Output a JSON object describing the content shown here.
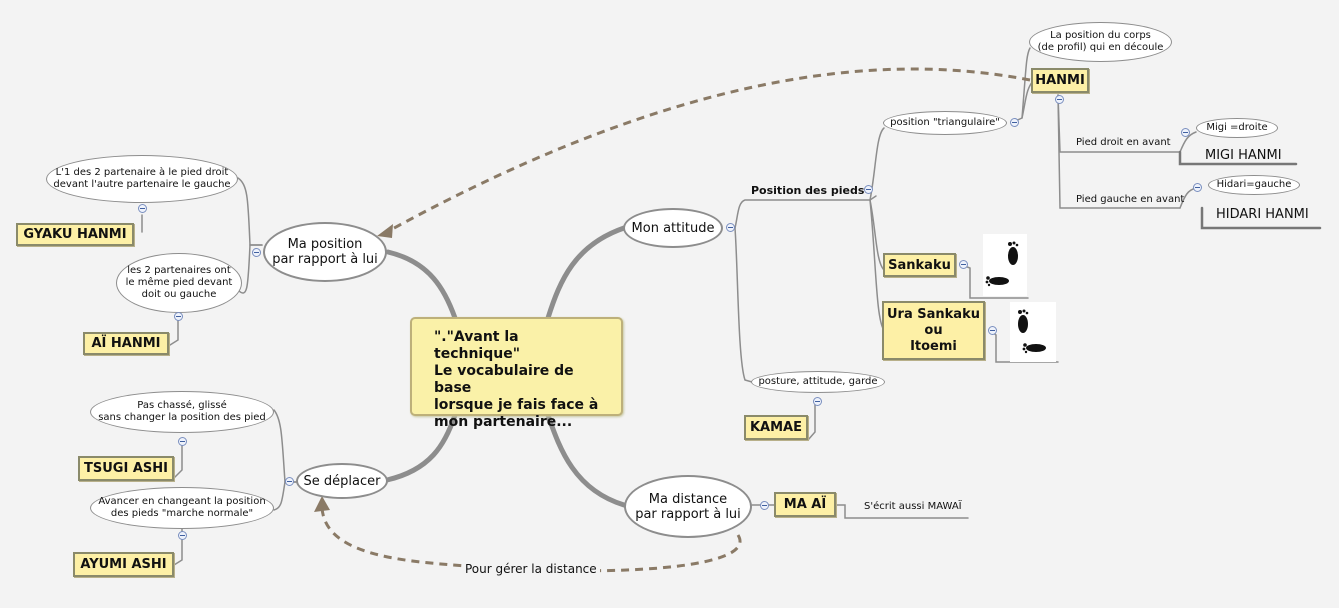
{
  "central": "\".\"Avant la technique\"\nLe vocabulaire de base\nlorsque je fais face à\nmon partenaire...",
  "branches": {
    "mon_attitude": "Mon attitude",
    "ma_position": "Ma position\npar rapport à lui",
    "se_deplacer": "Se déplacer",
    "ma_distance": "Ma distance\npar rapport à lui"
  },
  "attitude": {
    "position_pieds": "Position des pieds",
    "triangulaire": "position \"triangulaire\"",
    "sankaku": "Sankaku",
    "ura_sankaku": "Ura Sankaku\nou\nItoemi",
    "posture": "posture, attitude, garde",
    "kamae": "KAMAE",
    "hanmi": "HANMI",
    "hanmi_note": "La position du corps\n(de profil) qui en découle",
    "pied_droit": "Pied droit en avant",
    "migi_note": "Migi =droite",
    "migi_hanmi": "MIGI HANMI",
    "pied_gauche": "Pied gauche en avant",
    "hidari_note": "Hidari=gauche",
    "hidari_hanmi": "HIDARI HANMI"
  },
  "position": {
    "gyaku_note": "L'1 des 2 partenaire à le pied droit\ndevant l'autre partenaire le gauche",
    "gyaku": "GYAKU HANMI",
    "ai_note": "les 2 partenaires ont\nle même pied devant\ndoit ou gauche",
    "ai": "AÏ HANMI"
  },
  "deplacer": {
    "tsugi_note": "Pas chassé, glissé\nsans changer la position des pied",
    "tsugi": "TSUGI ASHI",
    "ayumi_note": "Avancer en changeant la position\ndes pieds \"marche normale\"",
    "ayumi": "AYUMI ASHI"
  },
  "distance": {
    "ma_ai": "MA AÏ",
    "mawai_note": "S'écrit aussi MAWAÏ",
    "gerer": "Pour gérer la distance"
  },
  "icons": [
    "footprints-icon",
    "collapse-icon"
  ],
  "colors": {
    "background": "#f3f3f3",
    "topic_fill": "#fdf0a6",
    "branch": "#8d8d8d",
    "dashed_link": "#8a7a66"
  }
}
